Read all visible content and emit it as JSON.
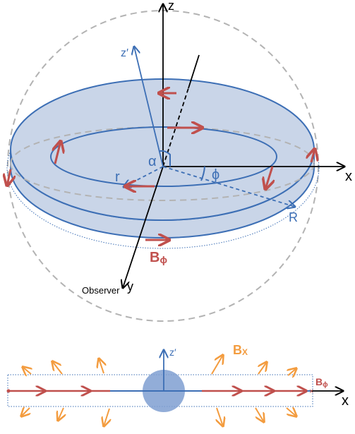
{
  "labels": {
    "z": "z",
    "x": "x",
    "y": "y",
    "z_prime": "z′",
    "alpha": "α",
    "phi": "ϕ",
    "r": "r",
    "R": "R",
    "b_phi": "B",
    "b_phi_sub": "ϕ",
    "observer": "Observer",
    "bottom_z_prime": "z′",
    "bottom_x": "x",
    "bottom_bx": "B",
    "bottom_bx_sub": "X",
    "bottom_bphi": "B",
    "bottom_bphi_sub": "ϕ"
  },
  "colors": {
    "axis": "#000000",
    "disk_fill": "#c9d5e8",
    "disk_stroke": "#3d6fb5",
    "dotted_ellipse": "#3d6fb5",
    "sphere_dash": "#b3b3b3",
    "field_arrow": "#c0504d",
    "label_blue": "#3d6fb5",
    "label_red": "#c0504d",
    "radial_arrow": "#f39c3f",
    "bottom_circle": "#7f9fd1"
  }
}
